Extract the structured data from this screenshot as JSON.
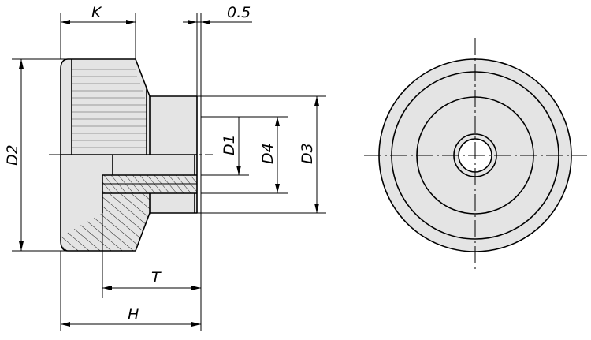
{
  "colors": {
    "body": "#e4e4e4",
    "line": "#000000",
    "knurl": "#9a9a9a",
    "background": "#ffffff"
  },
  "dimensions": {
    "K": "K",
    "gap": "0.5",
    "D1": "D1",
    "D2": "D2",
    "D3": "D3",
    "D4": "D4",
    "T": "T",
    "H": "H"
  }
}
